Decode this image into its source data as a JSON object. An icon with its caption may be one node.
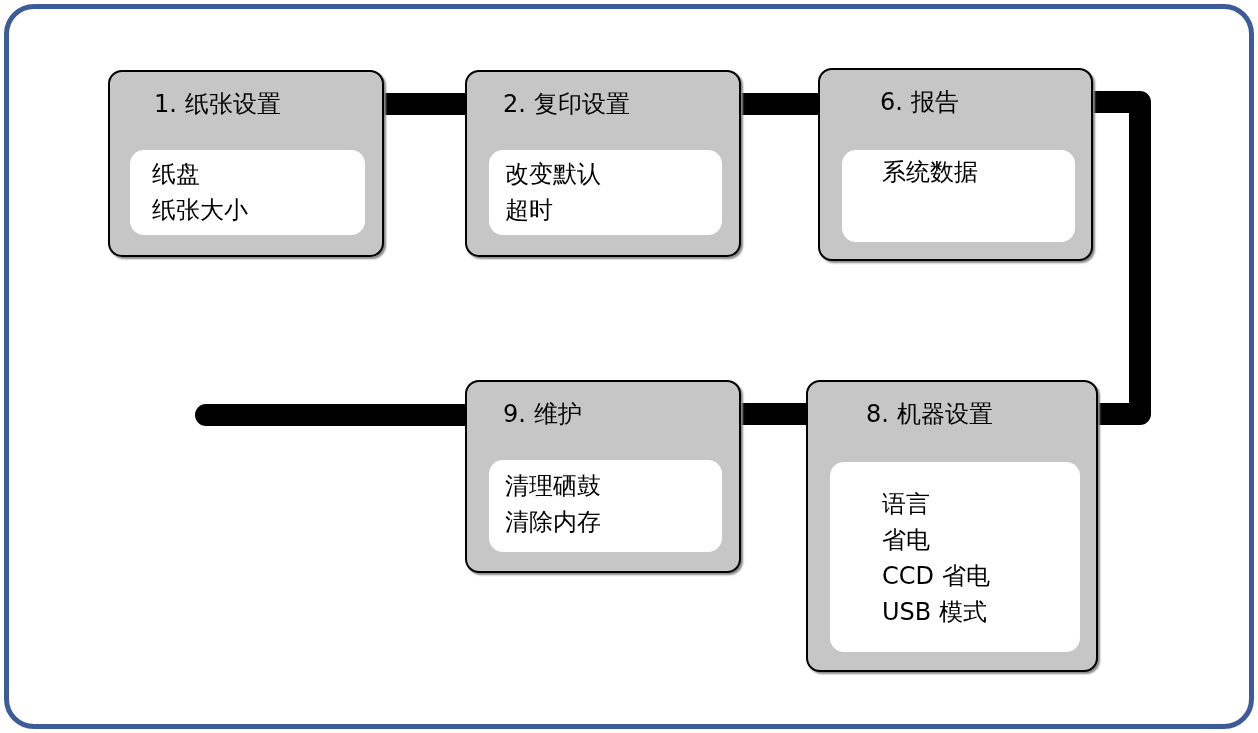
{
  "diagram": {
    "nodes": [
      {
        "text": [
          "1. 纸张设置"
        ]
      },
      {
        "text": [
          "纸盘",
          "纸张大小"
        ],
        "in": 0
      },
      {
        "text": [
          "2. 复印设置"
        ]
      },
      {
        "text": [
          "改变默认",
          "超时"
        ],
        "in": 2
      },
      {
        "text": [
          "6. 报告"
        ]
      },
      {
        "text": [
          "系统数据"
        ],
        "in": 4
      },
      {
        "text": [
          "9. 维护"
        ]
      },
      {
        "text": [
          "清理硒鼓",
          "清除内存"
        ],
        "in": 6
      },
      {
        "text": [
          "8. 机器设置"
        ]
      },
      {
        "text": [
          "语言",
          "省电",
          "CCD 省电",
          "USB 模式"
        ],
        "in": 8
      }
    ],
    "edges": [
      {
        "from": 0,
        "to": 2,
        "arrow": "none"
      },
      {
        "from": 2,
        "to": 4,
        "arrow": "none"
      },
      {
        "from": 4,
        "to": 8,
        "arrow": "none"
      },
      {
        "from": 8,
        "to": 6,
        "arrow": "none"
      },
      {
        "from": 6,
        "to": null,
        "arrow": "none"
      }
    ]
  }
}
